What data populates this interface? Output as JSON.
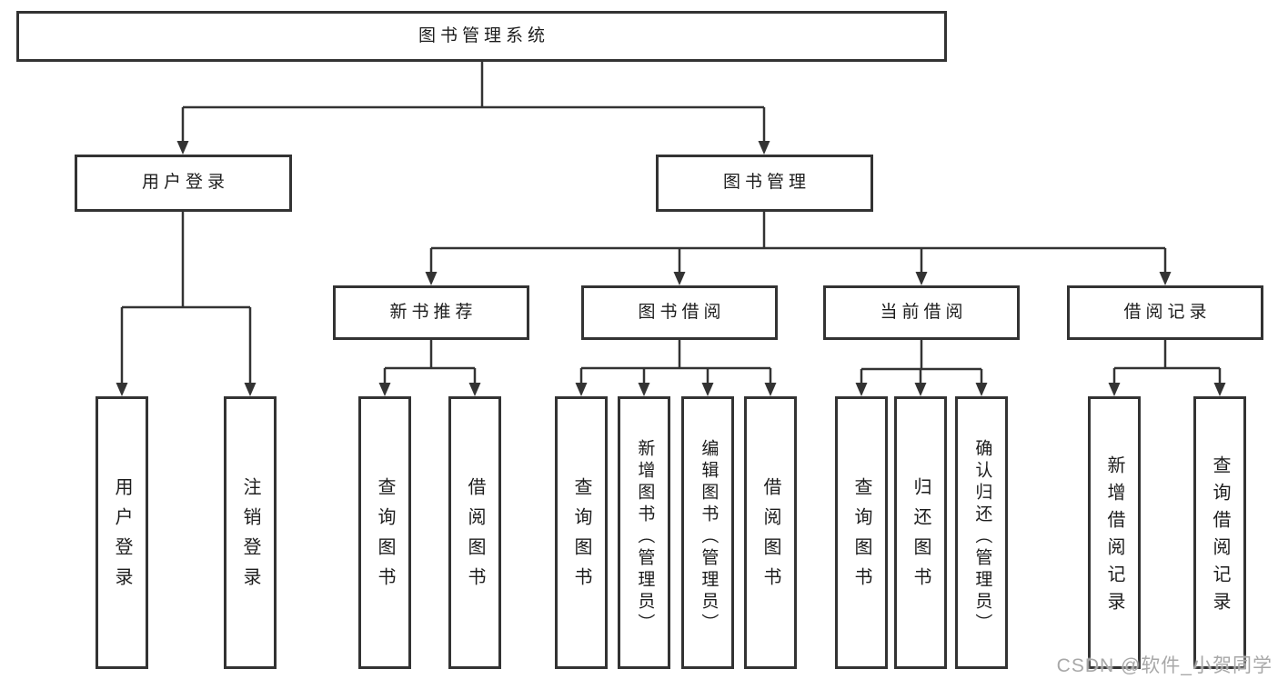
{
  "watermark": "CSDN @软件_小贺同学",
  "colors": {
    "line": "#333333",
    "box_border": "#333333",
    "text": "#1d1d1d",
    "watermark": "#a8a8a8",
    "background": "#ffffff"
  },
  "diagram": {
    "type": "tree",
    "root": {
      "label": "图书管理系统",
      "children": [
        {
          "label": "用户登录",
          "children": [
            {
              "label": "用户登录"
            },
            {
              "label": "注销登录"
            }
          ]
        },
        {
          "label": "图书管理",
          "children": [
            {
              "label": "新书推荐",
              "children": [
                {
                  "label": "查询图书"
                },
                {
                  "label": "借阅图书"
                }
              ]
            },
            {
              "label": "图书借阅",
              "children": [
                {
                  "label": "查询图书"
                },
                {
                  "label": "新增图书（管理员）"
                },
                {
                  "label": "编辑图书（管理员）"
                },
                {
                  "label": "借阅图书"
                }
              ]
            },
            {
              "label": "当前借阅",
              "children": [
                {
                  "label": "查询图书"
                },
                {
                  "label": "归还图书"
                },
                {
                  "label": "确认归还（管理员）"
                }
              ]
            },
            {
              "label": "借阅记录",
              "children": [
                {
                  "label": "新增借阅记录"
                },
                {
                  "label": "查询借阅记录"
                }
              ]
            }
          ]
        }
      ]
    }
  }
}
